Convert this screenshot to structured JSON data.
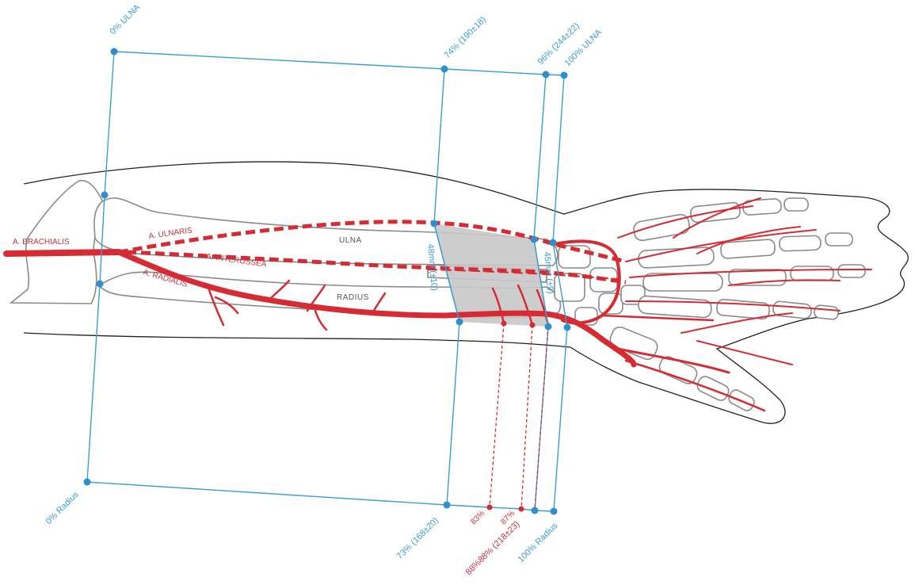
{
  "colors": {
    "reference": "#3a9fd0",
    "artery": "#d62b33",
    "bone": "#8a8a8a",
    "skin": "#222222",
    "zone_fill": "#c8c8c8"
  },
  "ulna_labels": {
    "start": "0% ULNA",
    "mark_74": "74% (190±18)",
    "mark_96": "96% (244±22)",
    "end": "100% ULNA"
  },
  "radius_labels": {
    "start": "0% Radius",
    "mark_73": "73% (168±20)",
    "mark_88": "88%88% (218±23)",
    "end": "100% Radius"
  },
  "branch_labels": {
    "p83": "83%",
    "p87": "87%"
  },
  "measurements": {
    "proximal": "48mm (±10)",
    "distal": "45mm (±9)"
  },
  "anatomy": {
    "brachialis": "A. BRACHIALIS",
    "ulnaris": "A. ULNARIS",
    "interossea": "A. INTEROSSEA",
    "radialis": "A. RADIALIS",
    "ulna": "ULNA",
    "radius": "RADIUS"
  }
}
